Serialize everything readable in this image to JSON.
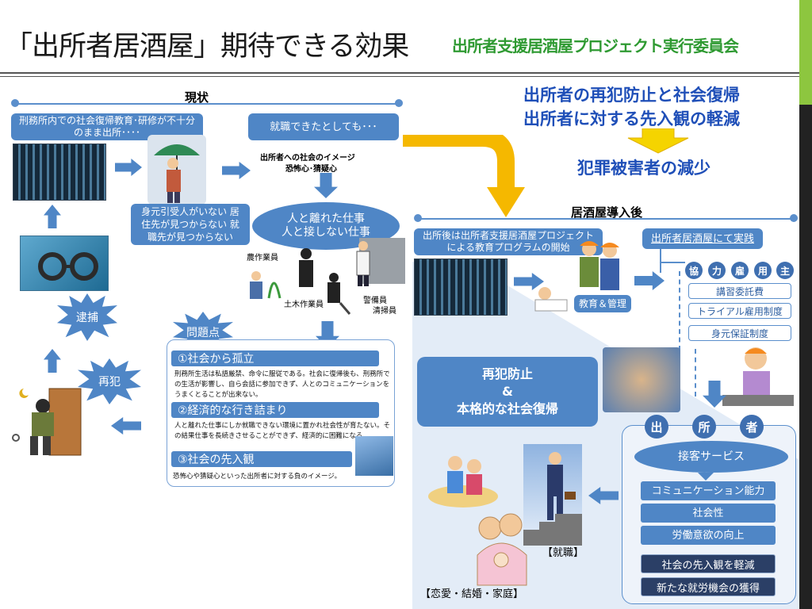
{
  "header": {
    "title": "「出所者居酒屋」期待できる効果",
    "committee": "出所者支援居酒屋プロジェクト実行委員会"
  },
  "effects": {
    "line1": "出所者の再犯防止と社会復帰",
    "line2": "出所者に対する先入観の軽減",
    "result": "犯罪被害者の減少"
  },
  "current": {
    "label": "現状",
    "box_education": "刑務所内での社会復帰教育･研修が不十分のまま出所････",
    "box_employment": "就職できたとしても･･･",
    "image_title": "出所者への社会のイメージ",
    "image_sub": "恐怖心･猜疑心",
    "box_problems": "身元引受人がいない 居住先が見つからない 就職先が見つからない",
    "ellipse_line1": "人と離れた仕事",
    "ellipse_line2": "人と接しない仕事",
    "job_farm": "農作業員",
    "job_civil": "土木作業員",
    "job_guard": "警備員",
    "job_cleaner": "清掃員",
    "burst_arrest": "逮捕",
    "burst_reoffend": "再犯",
    "burst_problem": "問題点",
    "issues": [
      {
        "head": "①社会から孤立",
        "text": "刑務所生活は私語厳禁、命令に服従である。社会に復帰後も、刑務所での生活が影響し、自ら会話に参加できず、人とのコミュニケーションをうまくとることが出来ない。"
      },
      {
        "head": "②経済的な行き詰まり",
        "text": "人と離れた仕事にしか就職できない環境に置かれ社会性が育たない。その結果仕事を長続きさせることができず、経済的に困難になる。"
      },
      {
        "head": "③社会の先入観",
        "text": "恐怖心や猜疑心といった出所者に対する負のイメージ。"
      }
    ]
  },
  "after": {
    "label": "居酒屋導入後",
    "box_program": "出所後は出所者支援居酒屋プロジェクトによる教育プログラムの開始",
    "box_practice": "出所者居酒屋にて実践",
    "tags": [
      "協",
      "力",
      "雇",
      "用",
      "主"
    ],
    "support_items": [
      "講習委託費",
      "トライアル雇用制度",
      "身元保証制度"
    ],
    "edu_label": "教育＆管理",
    "goal_line1": "再犯防止",
    "goal_line2": "&",
    "goal_line3": "本格的な社会復帰",
    "release_tags": [
      "出",
      "所",
      "者"
    ],
    "service": "接客サービス",
    "skills": [
      "コミュニケーション能力",
      "社会性",
      "労働意欲の向上"
    ],
    "outcomes": [
      "社会の先入観を軽減",
      "新たな就労機会の獲得"
    ],
    "label_job": "【就職】",
    "label_life": "【恋愛・結婚・家庭】"
  },
  "colors": {
    "accent_blue": "#4f86c6",
    "effect_blue": "#1f4fb8",
    "committee_green": "#2f9a32",
    "arrow_gold": "#f5b800",
    "dark_navy": "#2b3f66"
  }
}
